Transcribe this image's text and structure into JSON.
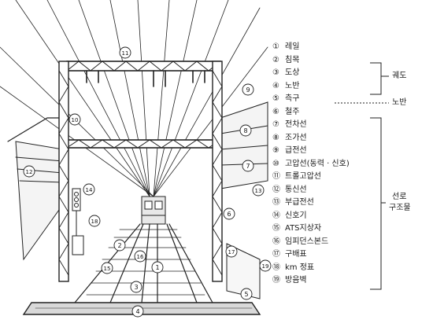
{
  "legend": [
    {
      "num": "①",
      "label": "레일"
    },
    {
      "num": "②",
      "label": "침목"
    },
    {
      "num": "③",
      "label": "도상"
    },
    {
      "num": "④",
      "label": "노반"
    },
    {
      "num": "⑤",
      "label": "측구"
    },
    {
      "num": "⑥",
      "label": "철주"
    },
    {
      "num": "⑦",
      "label": "전차선"
    },
    {
      "num": "⑧",
      "label": "조가선"
    },
    {
      "num": "⑨",
      "label": "급전선"
    },
    {
      "num": "⑩",
      "label": "고압선(동력 · 신호)"
    },
    {
      "num": "⑪",
      "label": "트롤고압선"
    },
    {
      "num": "⑫",
      "label": "통신선"
    },
    {
      "num": "⑬",
      "label": "부급전선"
    },
    {
      "num": "⑭",
      "label": "신호기"
    },
    {
      "num": "⑮",
      "label": "ATS지상자"
    },
    {
      "num": "⑯",
      "label": "임피던스본드"
    },
    {
      "num": "⑰",
      "label": "구배표"
    },
    {
      "num": "⑱",
      "label": "km 정표"
    },
    {
      "num": "⑲",
      "label": "방음벽"
    }
  ],
  "groups": {
    "track": "궤도",
    "roadbed": "노반",
    "line_structure_1": "선로",
    "line_structure_2": "구조물"
  },
  "callouts": [
    "1",
    "2",
    "3",
    "4",
    "5",
    "6",
    "7",
    "8",
    "9",
    "10",
    "11",
    "12",
    "13",
    "14",
    "15",
    "16",
    "17",
    "18",
    "19"
  ]
}
